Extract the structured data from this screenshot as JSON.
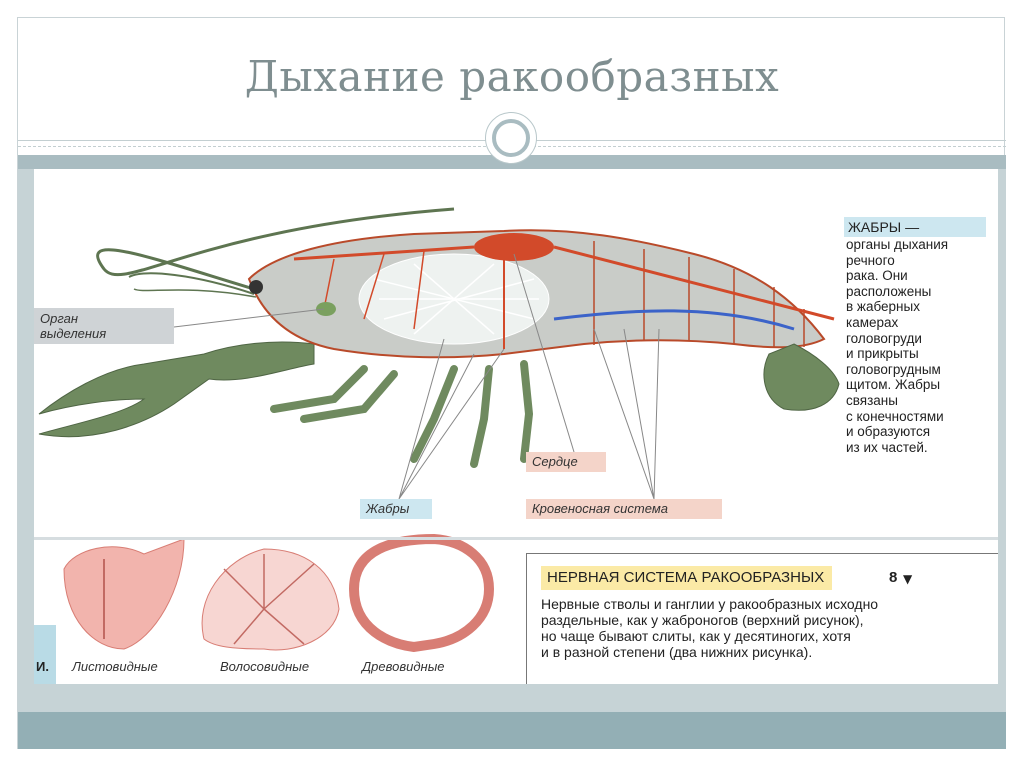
{
  "slide": {
    "title": "Дыхание ракообразных"
  },
  "diagram": {
    "labels": {
      "organ_line1": "Орган",
      "organ_line2": "выделения",
      "heart": "Сердце",
      "gills": "Жабры",
      "circulatory": "Кровеносная система"
    },
    "gills_box": {
      "title": "ЖАБРЫ —",
      "lines": [
        "органы дыхания",
        "речного",
        "рака. Они",
        "расположены",
        "в жаберных",
        "камерах",
        "головогруди",
        "и прикрыты",
        "головогрудным",
        "щитом. Жабры",
        "связаны",
        "с конечностями",
        "и образуются",
        "из их частей."
      ]
    },
    "gill_types": [
      "Листовидные",
      "Волосовидные",
      "Древовидные"
    ],
    "side_tab": "И.",
    "nervous_system": {
      "title": "НЕРВНАЯ СИСТЕМА РАКООБРАЗНЫХ",
      "page": "8",
      "lines": [
        "Нервные стволы и ганглии у ракообразных исходно",
        "раздельные, как у жаброногов (верхний рисунок),",
        "но чаще бывают слиты, как у десятиногих, хотя",
        "и в разной степени (два нижних рисунка)."
      ]
    }
  },
  "colors": {
    "title": "#7f8e90",
    "accent_band": "#a9bcc1",
    "gills_label_bg": "#cde7f0",
    "heart_label_bg": "#f4d4c9",
    "nervous_title_bg": "#fbeaa6",
    "crayfish_body": "#6f8a5f",
    "blood_red": "#d24a2a",
    "vein_blue": "#3b63c9"
  }
}
